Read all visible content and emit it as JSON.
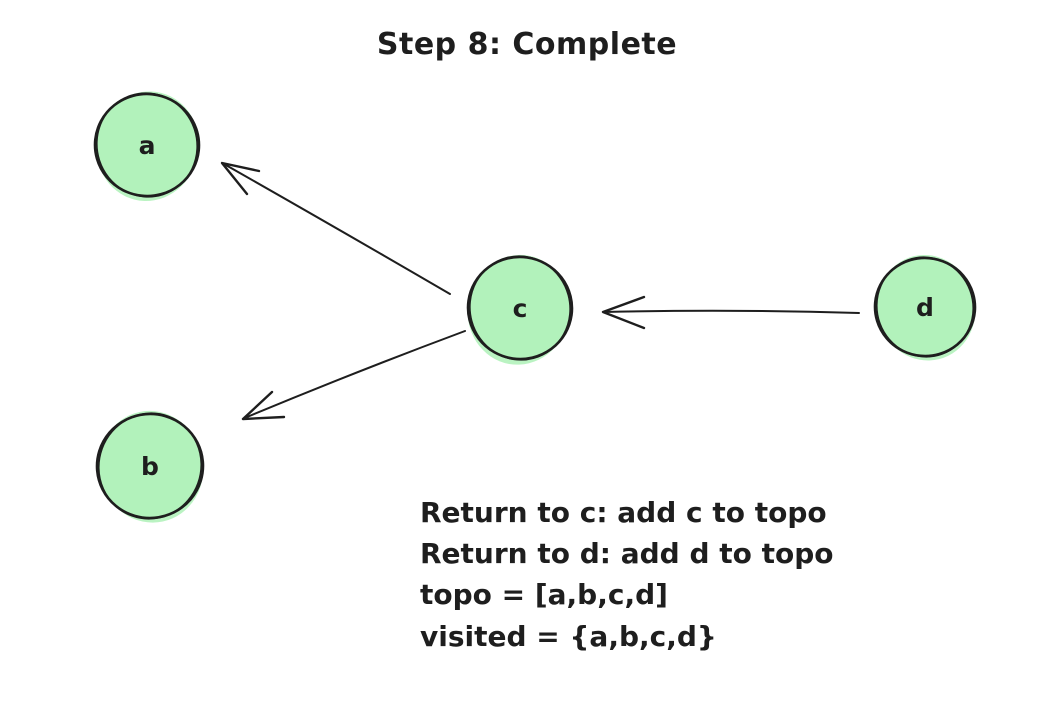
{
  "title": "Step 8: Complete",
  "nodes": {
    "a": {
      "label": "a"
    },
    "b": {
      "label": "b"
    },
    "c": {
      "label": "c"
    },
    "d": {
      "label": "d"
    }
  },
  "edges": [
    {
      "from": "c",
      "to": "a"
    },
    {
      "from": "c",
      "to": "b"
    },
    {
      "from": "d",
      "to": "c"
    }
  ],
  "notes": {
    "line1": "Return to c: add c to topo",
    "line2": "Return to d: add d to topo",
    "line3": "topo = [a,b,c,d]",
    "line4": "visited = {a,b,c,d}"
  },
  "colors": {
    "node_fill": "#b2f2bb",
    "stroke": "#1e1e1e",
    "background": "#ffffff"
  }
}
